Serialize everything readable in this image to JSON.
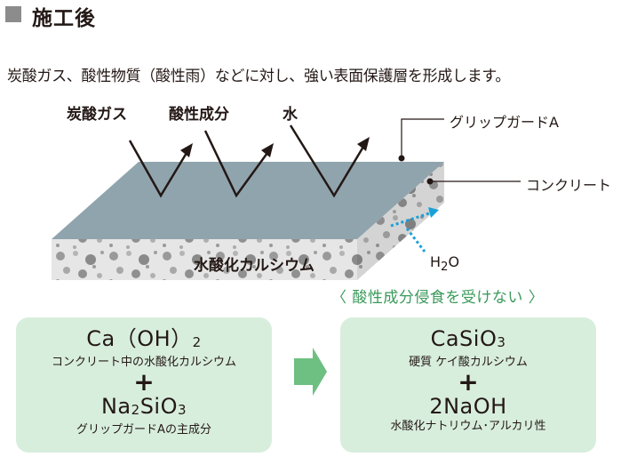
{
  "header": {
    "title": "施工後"
  },
  "description": "炭酸ガス、酸性物質（酸性雨）などに対し、強い表面保護層を形成します。",
  "diagram": {
    "attack_labels": [
      "炭酸ガス",
      "酸性成分",
      "水"
    ],
    "callouts": {
      "top_layer": "グリップガードA",
      "concrete": "コンクリート",
      "water": "H2O"
    },
    "slab_label": "水酸化カルシウム",
    "resistance_note": "〈 酸性成分侵食を受けない 〉"
  },
  "left_box": {
    "formula1": "Ca（OH）2",
    "formula1_desc": "コンクリート中の水酸化カルシウム",
    "plus": "+",
    "formula2": "Na2SiO3",
    "formula2_desc": "グリップガードAの主成分"
  },
  "right_box": {
    "formula1": "CaSiO3",
    "formula1_desc": "硬質 ケイ酸カルシウム",
    "plus": "+",
    "formula2": "2NaOH",
    "formula2_desc": "水酸化ナトリウム･アルカリ性"
  },
  "colors": {
    "top_surface": "#90a4ad",
    "concrete": "#e6e6e6",
    "box": "#d8eedd",
    "arrow": "#6dbf82",
    "accent_green": "#3a9a5a",
    "water_arrow": "#1aa0d8"
  }
}
